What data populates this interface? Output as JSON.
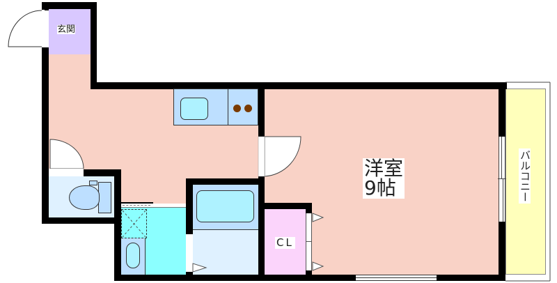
{
  "plan": {
    "rooms": {
      "entrance": {
        "label": "玄関",
        "color": "#d9c8ff"
      },
      "corridor_kitchen": {
        "color": "#f9d2c6"
      },
      "western_room": {
        "label_line1": "洋室",
        "label_line2": "9帖",
        "color": "#f9d2c6"
      },
      "closet": {
        "label": "CL",
        "color": "#fbd4fb"
      },
      "balcony": {
        "label": "バルコニー",
        "color": "#ffffbb"
      },
      "toilet": {
        "color": "#dff1ff"
      },
      "washroom": {
        "color": "#8bffff"
      },
      "bathroom": {
        "color": "#dff1ff"
      }
    },
    "fixtures": {
      "kitchen_counter": "#bddfff",
      "sink": "#aef2ff",
      "stove_burner": "#7a3a00",
      "bathtub": "#aef2ff",
      "toilet_bowl": "#bddfff"
    },
    "wall_color": "#000000"
  }
}
